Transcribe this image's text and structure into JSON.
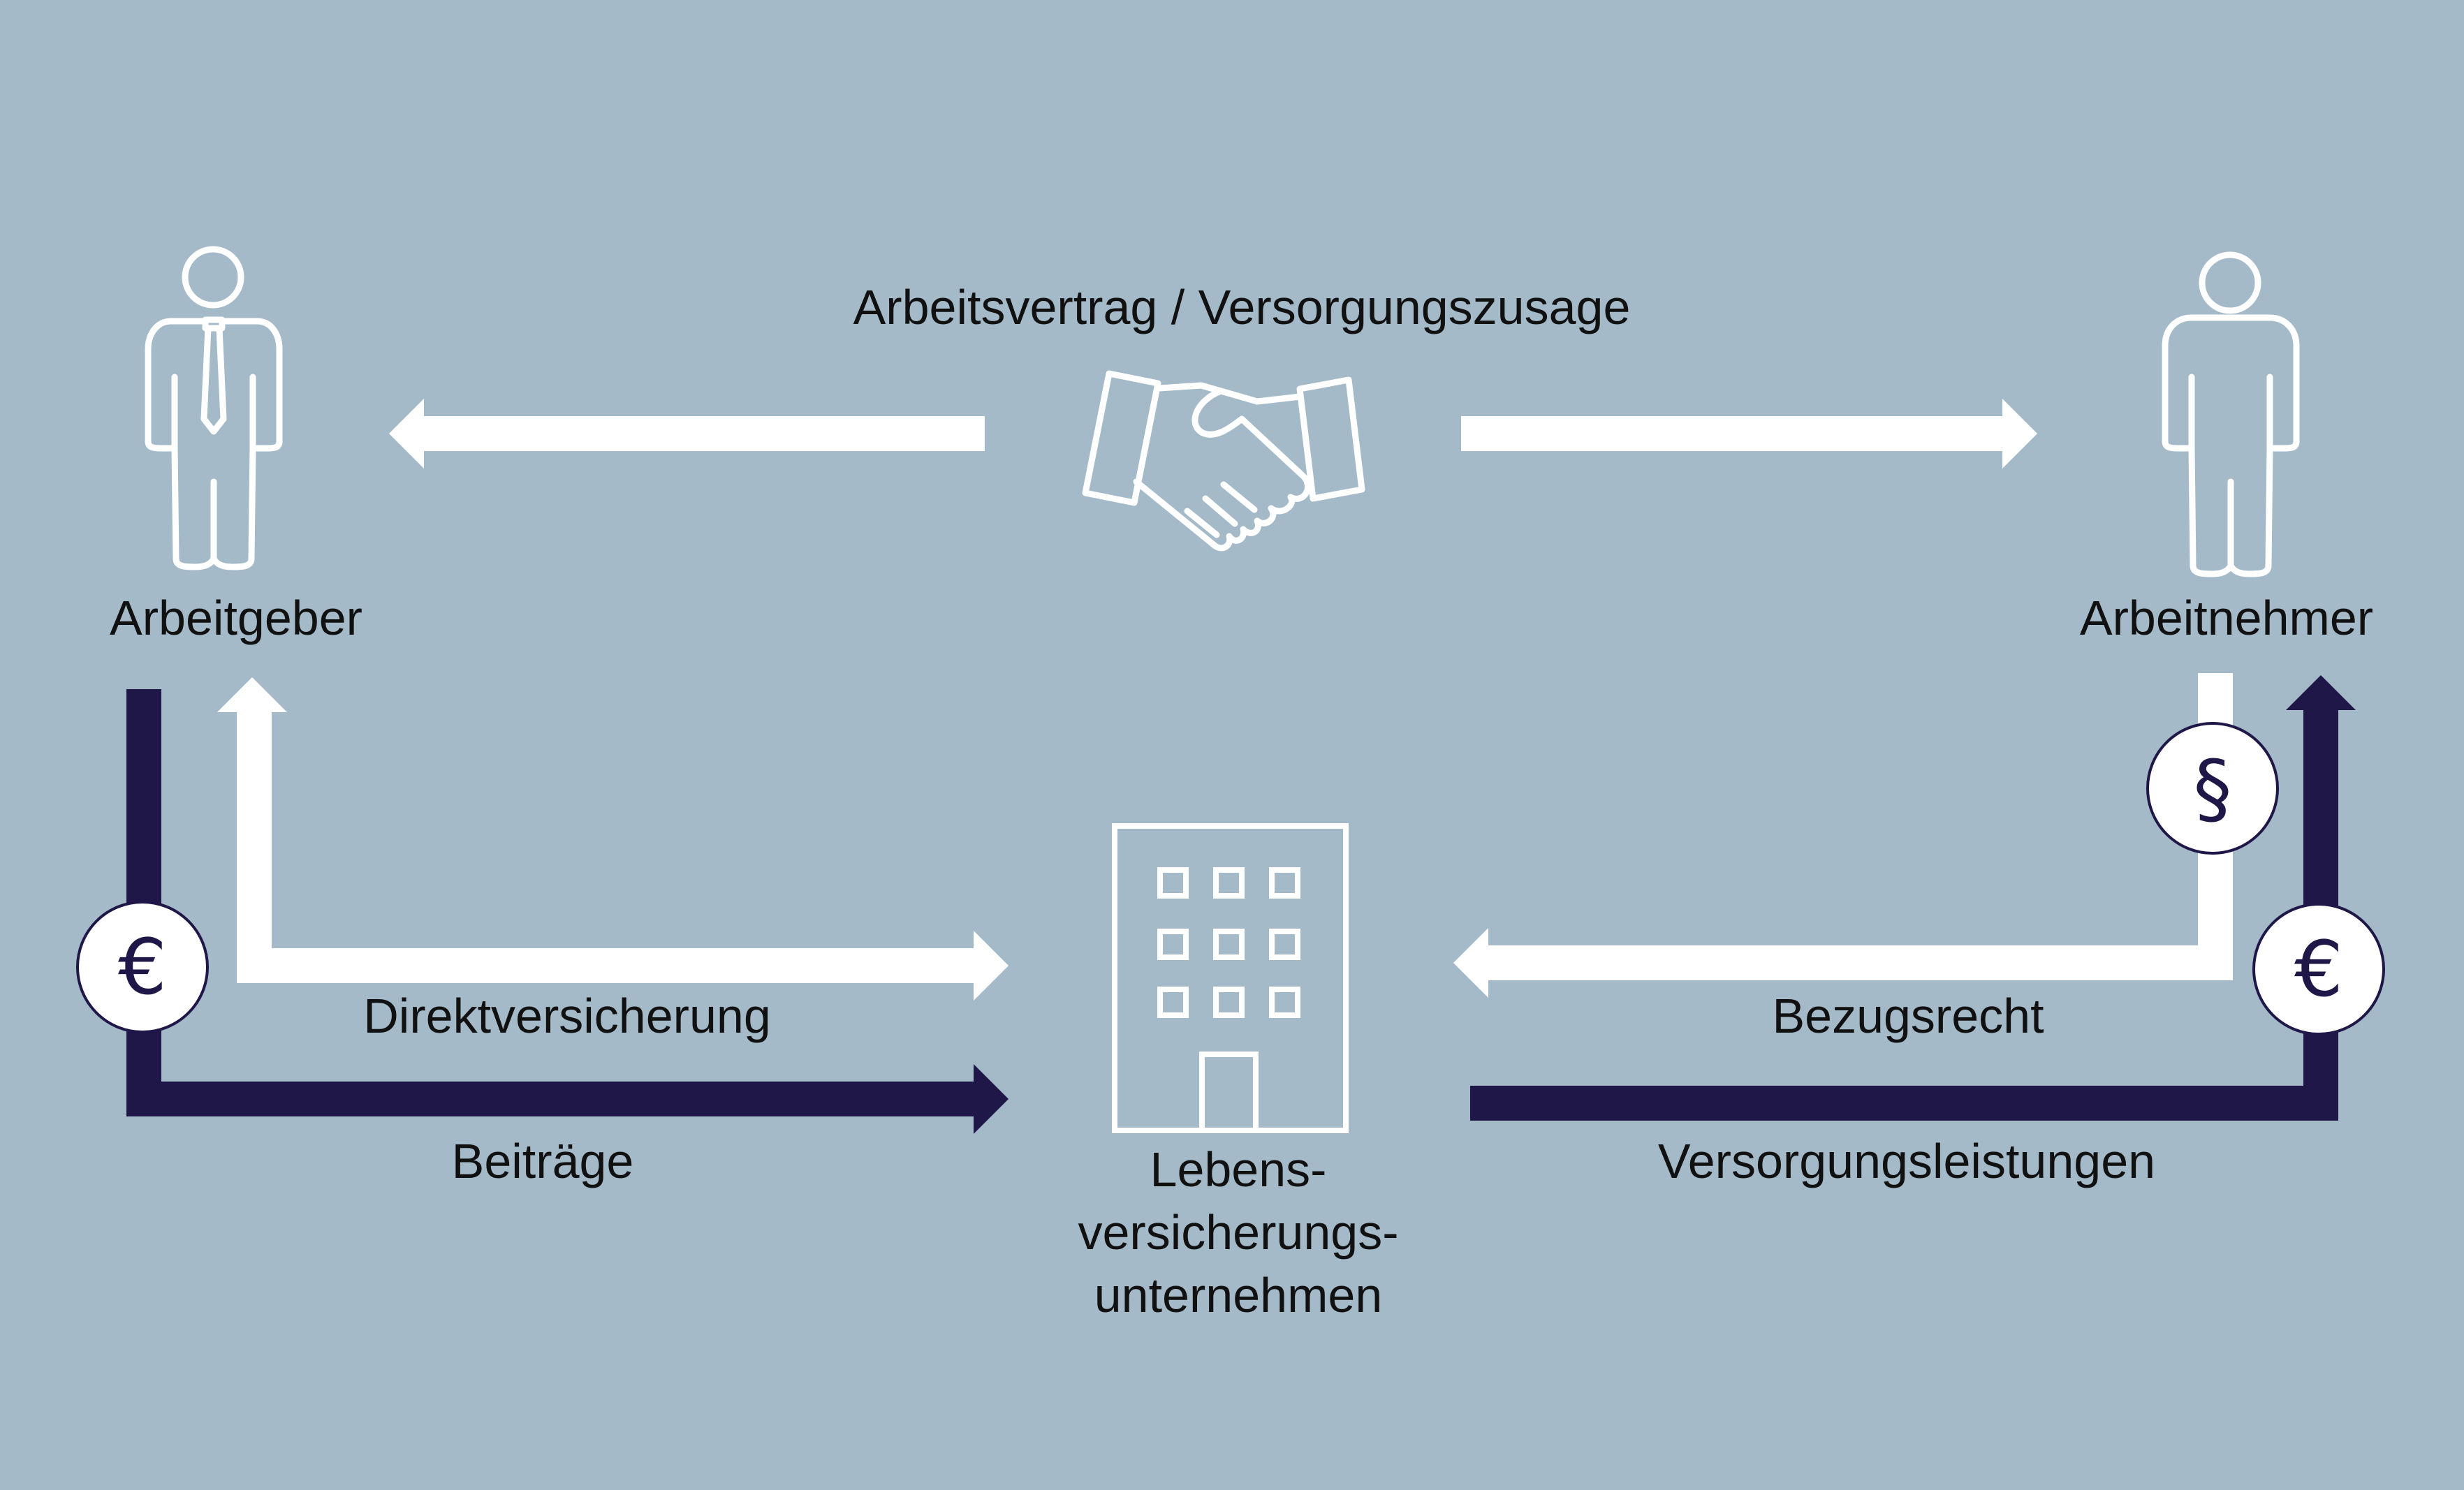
{
  "labels": {
    "top_relation": "Arbeitsvertrag / Versorgungszusage",
    "employer": "Arbeitgeber",
    "employee": "Arbeitnehmer",
    "direct_insurance": "Direktversicherung",
    "contributions": "Beiträge",
    "subscription_right": "Bezugsrecht",
    "pension_benefits": "Versorgungsleistungen",
    "insurer_line1": "Lebens-",
    "insurer_line2": "versicherungs-",
    "insurer_line3": "unternehmen"
  },
  "badges": {
    "euro_left": "€",
    "paragraph": "§",
    "euro_right": "€"
  },
  "colors": {
    "background": "#a4bac8",
    "dark_arrow": "#1f1747",
    "light_arrow": "#ffffff",
    "text": "#111111"
  },
  "icons": [
    "employer-person-icon",
    "handshake-icon",
    "employee-person-icon",
    "office-building-icon"
  ]
}
